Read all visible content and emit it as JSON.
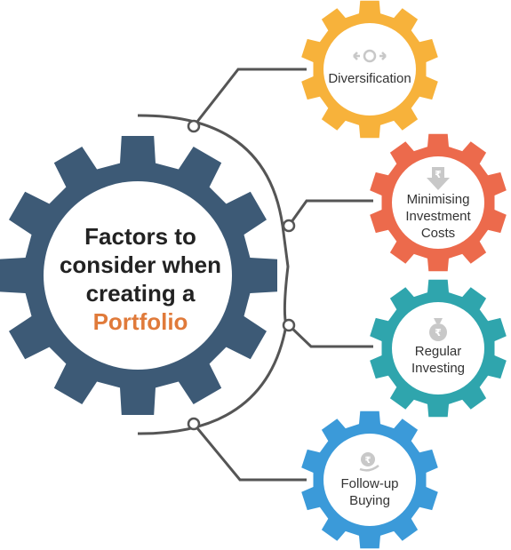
{
  "central": {
    "title_lines": [
      "Factors to",
      "consider when",
      "creating a"
    ],
    "accent_word": "Portfolio",
    "gear_color": "#3d5a76",
    "accent_color": "#e07a3a"
  },
  "factors": [
    {
      "label_lines": [
        "Diversification"
      ],
      "color": "#f7b23b",
      "icon": "diversify-arrows-icon"
    },
    {
      "label_lines": [
        "Minimising",
        "Investment",
        "Costs"
      ],
      "color": "#ec6a4c",
      "icon": "rupee-down-arrow-icon"
    },
    {
      "label_lines": [
        "Regular",
        "Investing"
      ],
      "color": "#2fa5ad",
      "icon": "rupee-bag-icon"
    },
    {
      "label_lines": [
        "Follow-up",
        "Buying"
      ],
      "color": "#3b9ad9",
      "icon": "rupee-hand-icon"
    }
  ],
  "connector_color": "#555555"
}
